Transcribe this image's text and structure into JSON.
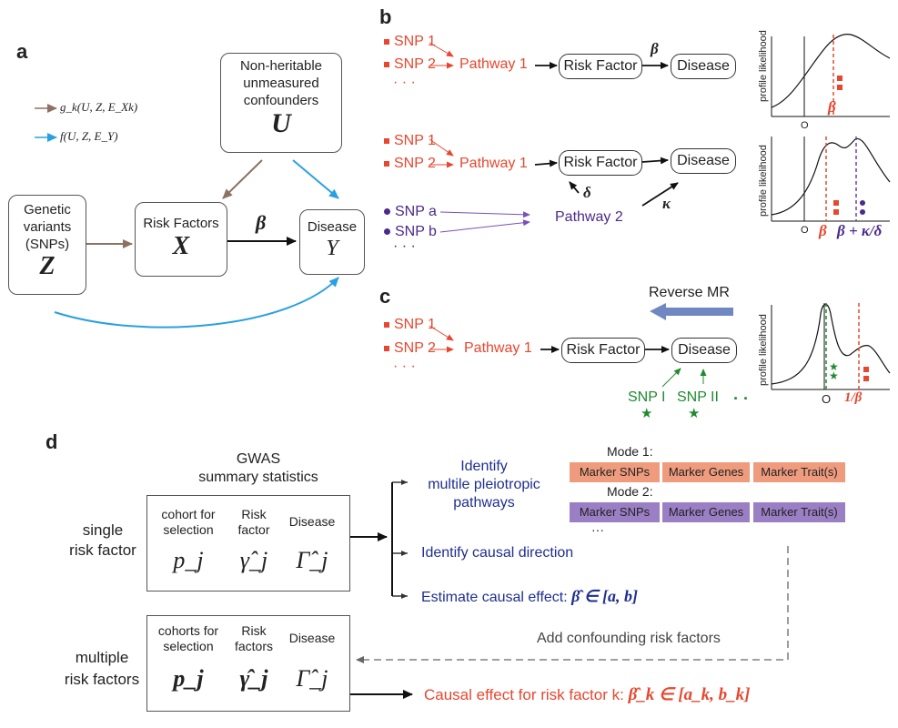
{
  "panel_labels": {
    "a": "a",
    "b": "b",
    "c": "c",
    "d": "d"
  },
  "a": {
    "legend_g": "g_k(U, Z, E_Xk)",
    "legend_f": "f(U, Z, E_Y)",
    "confounders_line1": "Non-heritable",
    "confounders_line2": "unmeasured",
    "confounders_line3": "confounders",
    "confounders_symbol": "U",
    "genetic_line1": "Genetic",
    "genetic_line2": "variants",
    "genetic_line3": "(SNPs)",
    "genetic_symbol": "Z",
    "risk_label": "Risk Factors",
    "risk_symbol": "X",
    "disease_label": "Disease",
    "disease_symbol": "Y",
    "beta": "β",
    "colors": {
      "brown": "#8c7265",
      "blue": "#2aa0e0"
    }
  },
  "b": {
    "snp1": "SNP 1",
    "snp2": "SNP 2",
    "dots": "· · ·",
    "pathway1": "Pathway 1",
    "risk_factor": "Risk Factor",
    "disease": "Disease",
    "beta": "β",
    "snp_a": "SNP a",
    "snp_b": "SNP b",
    "pathway2": "Pathway 2",
    "delta": "δ",
    "kappa": "κ",
    "ylabel": "profile likelihood",
    "zero": "O",
    "xtick_beta": "β",
    "xtick_beta_kd": "β + κ/δ"
  },
  "c": {
    "snp1": "SNP 1",
    "snp2": "SNP 2",
    "dots": "· · ·",
    "pathway1": "Pathway 1",
    "risk_factor": "Risk Factor",
    "disease": "Disease",
    "snp_i": "SNP I",
    "snp_ii": "SNP II",
    "green_dots": "· ·",
    "reverse_mr": "Reverse MR",
    "ylabel": "profile likelihood",
    "zero": "O",
    "xtick_inv_beta": "1/β"
  },
  "d": {
    "gwas_line1": "GWAS",
    "gwas_line2": "summary statistics",
    "single_line1": "single",
    "single_line2": "risk factor",
    "multi_line1": "multiple",
    "multi_line2": "risk factors",
    "col1_single_line1": "cohort for",
    "col1_single_line2": "selection",
    "col2_single_line1": "Risk",
    "col2_single_line2": "factor",
    "col3": "Disease",
    "col1_multi_line1": "cohorts for",
    "col1_multi_line2": "selection",
    "col2_multi_line1": "Risk",
    "col2_multi_line2": "factors",
    "sym_p_single": "p_j",
    "sym_gamma_single": "γ̂_j",
    "sym_Gamma_single": "Γ̂_j",
    "sym_p_multi": "p_j",
    "sym_gamma_multi": "γ̂_j",
    "sym_Gamma_multi": "Γ̂_j",
    "identify_line1": "Identify",
    "identify_line2": "multile pleiotropic",
    "identify_line3": "pathways",
    "identify_direction": "Identify causal direction",
    "estimate_prefix": "Estimate causal effect:",
    "estimate_math": "β̂ ∈ [a, b]",
    "mode1": "Mode 1:",
    "mode2": "Mode 2:",
    "marker_snps": "Marker SNPs",
    "marker_genes": "Marker Genes",
    "marker_traits": "Marker Trait(s)",
    "mode_dots": "···",
    "add_confounding": "Add confounding risk factors",
    "causal_k_prefix": "Causal effect for risk factor k:",
    "causal_k_math": "β̂_k ∈ [a_k, b_k]"
  }
}
